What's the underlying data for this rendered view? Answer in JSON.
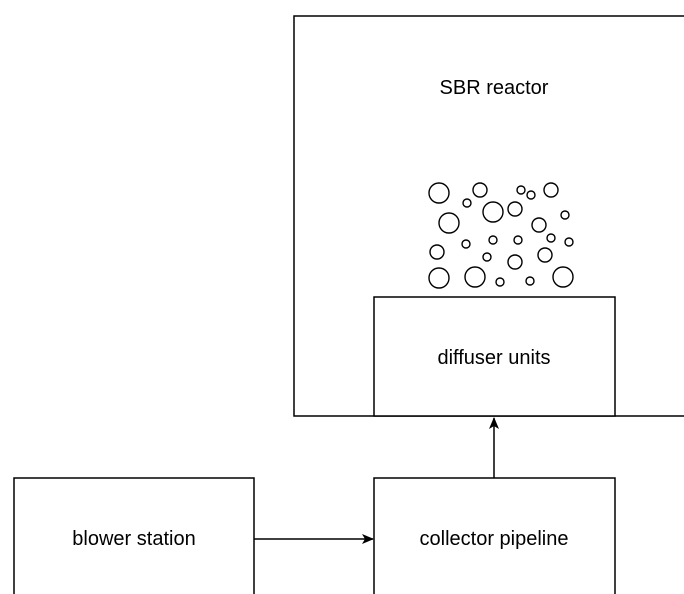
{
  "diagram": {
    "nodes": {
      "reactor": {
        "label": "SBR reactor"
      },
      "diffuser": {
        "label": "diffuser units"
      },
      "blower": {
        "label": "blower station"
      },
      "collector": {
        "label": "collector pipeline"
      }
    },
    "edges": [
      {
        "from": "blower",
        "to": "collector"
      },
      {
        "from": "collector",
        "to": "diffuser"
      }
    ],
    "colors": {
      "stroke": "#000000",
      "fill": "#ffffff",
      "text": "#000000"
    }
  }
}
